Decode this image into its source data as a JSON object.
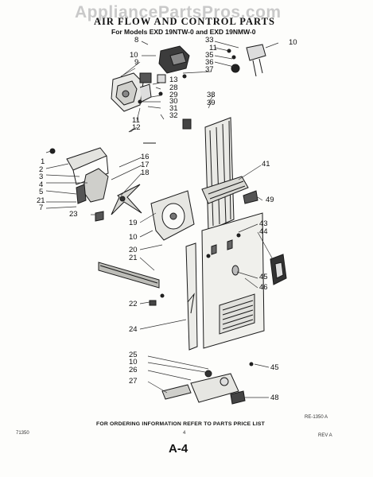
{
  "watermark": "AppliancePartsPros.com",
  "title": "AIR FLOW AND CONTROL PARTS",
  "subtitle": "For Models EXD 19NTW-0 and EXD 19NMW-0",
  "footer_note": "FOR ORDERING INFORMATION REFER TO PARTS PRICE LIST",
  "drawing_code": "RE-1350 A",
  "left_code": "71350",
  "right_code": "REV A",
  "page_mark": "4",
  "page_number": "A-4",
  "callouts": {
    "c8": "8",
    "c10a": "10",
    "c9": "9",
    "c33": "33",
    "c11a": "11",
    "c35": "35",
    "c36": "36",
    "c37": "37",
    "c10b": "10",
    "c13": "13",
    "c28": "28",
    "c29": "29",
    "c30": "30",
    "c31": "31",
    "c32": "32",
    "c38": "38",
    "c39": "39",
    "c11b": "11",
    "c12": "12",
    "c1": "1",
    "c2": "2",
    "c3": "3",
    "c4": "4",
    "c5": "5",
    "c21a": "21",
    "c7": "7",
    "c16": "16",
    "c17": "17",
    "c18": "18",
    "c41": "41",
    "c49": "49",
    "c23": "23",
    "c19": "19",
    "c10c": "10",
    "c43": "43",
    "c44": "44",
    "c45a": "45",
    "c46": "46",
    "c20": "20",
    "c21b": "21",
    "c22": "22",
    "c24": "24",
    "c25": "25",
    "c10d": "10",
    "c26": "26",
    "c27": "27",
    "c45b": "45",
    "c48": "48"
  }
}
